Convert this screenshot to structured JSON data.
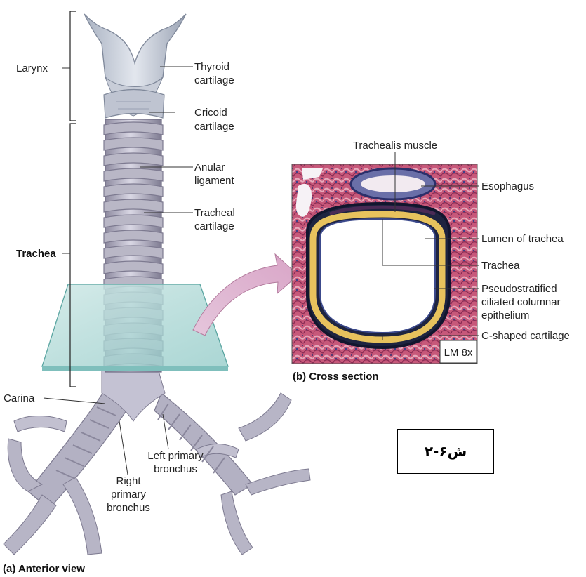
{
  "labels": {
    "larynx": "Larynx",
    "trachea": "Trachea",
    "thyroid_cartilage_1": "Thyroid",
    "thyroid_cartilage_2": "cartilage",
    "cricoid_cartilage_1": "Cricoid",
    "cricoid_cartilage_2": "cartilage",
    "anular_ligament_1": "Anular",
    "anular_ligament_2": "ligament",
    "tracheal_cartilage_1": "Tracheal",
    "tracheal_cartilage_2": "cartilage",
    "carina": "Carina",
    "right_primary_bronchus_1": "Right",
    "right_primary_bronchus_2": "primary",
    "right_primary_bronchus_3": "bronchus",
    "left_primary_bronchus_1": "Left primary",
    "left_primary_bronchus_2": "bronchus",
    "anterior_view": "(a) Anterior view",
    "trachealis_muscle": "Trachealis muscle",
    "esophagus": "Esophagus",
    "lumen_of_trachea": "Lumen of trachea",
    "trachea_section": "Trachea",
    "pseudostratified_1": "Pseudostratified",
    "pseudostratified_2": "ciliated columnar",
    "pseudostratified_3": "epithelium",
    "c_shaped_cartilage": "C-shaped cartilage",
    "magnification": "LM 8x",
    "cross_section": "(b) Cross section"
  },
  "figure_code": "ش۶-۲"
}
